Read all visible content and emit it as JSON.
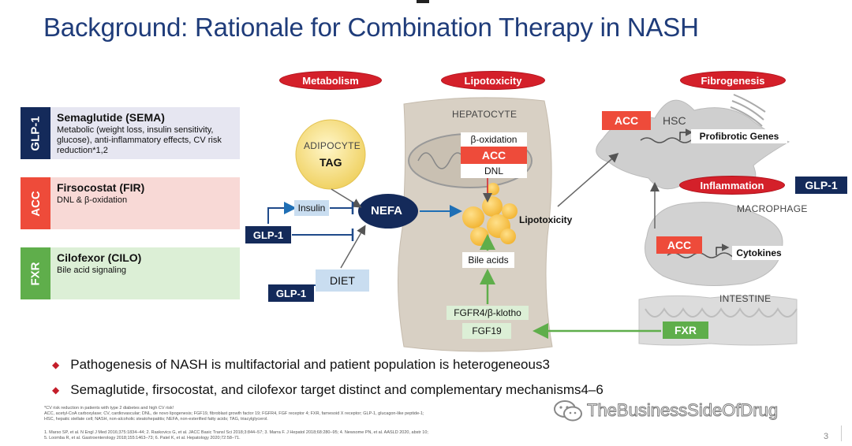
{
  "title": "Background: Rationale for Combination Therapy in NASH",
  "drugs": [
    {
      "tag": "GLP-1",
      "name": "Semaglutide (SEMA)",
      "desc": "Metabolic (weight loss, insulin sensitivity, glucose), anti-inflammatory effects, CV risk reduction*1,2",
      "tag_color": "#142a5a",
      "bg": "#e6e6f1"
    },
    {
      "tag": "ACC",
      "name": "Firsocostat (FIR)",
      "desc": "DNL & β-oxidation",
      "tag_color": "#ee4b3a",
      "bg": "#f8d9d6"
    },
    {
      "tag": "FXR",
      "name": "Cilofexor (CILO)",
      "desc": "Bile acid signaling",
      "tag_color": "#5fae4b",
      "bg": "#dcefd6"
    }
  ],
  "diagram": {
    "pills": {
      "metabolism": "Metabolism",
      "lipotoxicity": "Lipotoxicity",
      "fibrogenesis": "Fibrogenesis",
      "inflammation": "Inflammation"
    },
    "adipocyte": "ADIPOCYTE",
    "tag": "TAG",
    "nefa": "NEFA",
    "insulin": "Insulin",
    "diet": "DIET",
    "glp1": "GLP-1",
    "hepatocyte": "HEPATOCYTE",
    "beta_oxidation": "β-oxidation",
    "acc": "ACC",
    "dnl": "DNL",
    "lipotoxicity_label": "Lipotoxicity",
    "bile_acids": "Bile acids",
    "fgfr4": "FGFR4/β-klotho",
    "fgf19": "FGF19",
    "hsc": "HSC",
    "profibrotic": "Profibrotic Genes",
    "macrophage": "MACROPHAGE",
    "cytokines": "Cytokines",
    "intestine": "INTESTINE",
    "fxr": "FXR"
  },
  "bullets": [
    "Pathogenesis of NASH is multifactorial and patient population is heterogeneous3",
    "Semaglutide, firsocostat, and cilofexor target distinct and complementary mechanisms4–6"
  ],
  "footnotes": [
    "*CV risk reduction in patients with type 2 diabetes and high CV risk!",
    "ACC, acetyl-CoA carboxylase; CV, cardiovascular; DNL, de novo lipogenesis; FGF19, fibroblast growth factor 19; FGFR4, FGF receptor 4; FXR, farnesoid X receptor; GLP-1, glucagon-like peptide-1;",
    "HSC, hepatic stellate cell; NASH, non-alcoholic steatohepatitis; NEFA, non-esterified fatty acids; TAG, triacylglycerol.",
    "1. Marso SP, et al. N Engl J Med 2016;375:1834–44; 2. Raskovics G, et al. JACC Basic Transl Sci 2018;3:844–57; 3. Marra F. J Hepatol 2018;68:280–95; 4. Newsome PN, et al. AASLD 2020, abstr 10;",
    "5. Loomba R, et al. Gastroenterology 2018;155:1463–73; 6. Patel K, et al. Hepatology 2020;72:58–71."
  ],
  "watermark": "TheBusinessSideOfDrug",
  "page_number": "3"
}
